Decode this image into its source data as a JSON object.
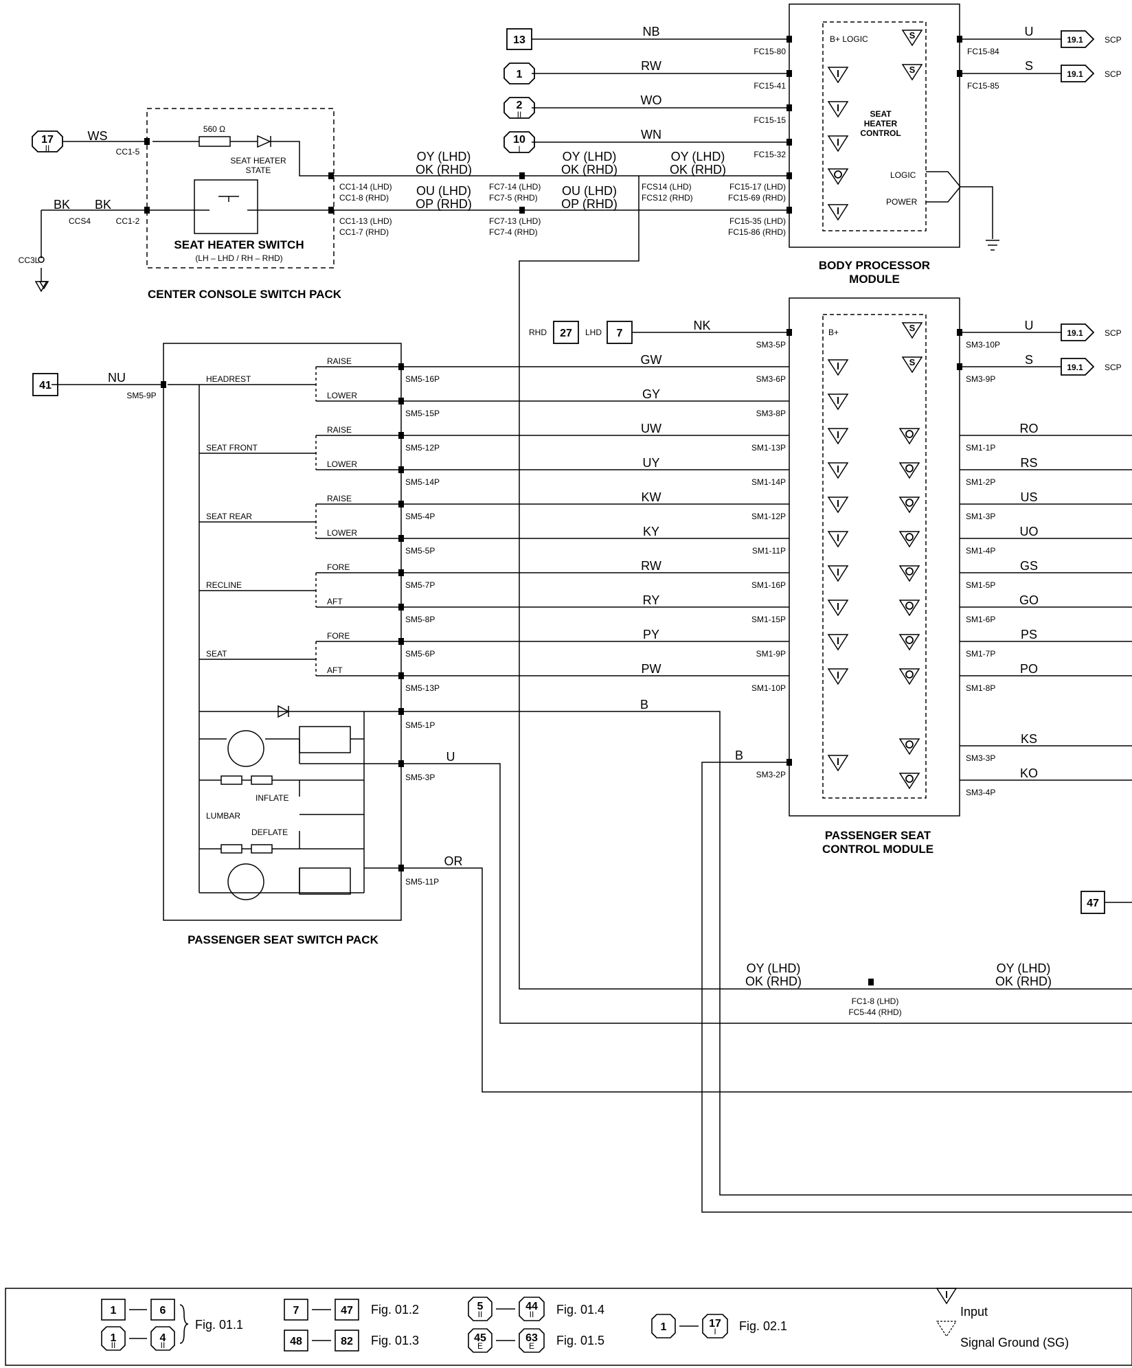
{
  "title_box": "",
  "body_processor": {
    "label": [
      "BODY PROCESSOR",
      "MODULE"
    ],
    "inner_label": [
      "SEAT",
      "HEATER",
      "CONTROL"
    ],
    "b_logic": "B+ LOGIC",
    "logic": "LOGIC",
    "power": "POWER",
    "left_refs": [
      {
        "ref": "13",
        "shape": "box",
        "wire": "NB",
        "pin": "FC15-80"
      },
      {
        "ref": "1",
        "shape": "oct",
        "wire": "RW",
        "pin": "FC15-41"
      },
      {
        "ref": "2",
        "sub": "II",
        "shape": "oct",
        "wire": "WO",
        "pin": "FC15-15"
      },
      {
        "ref": "10",
        "sub": "I",
        "shape": "oct",
        "wire": "WN",
        "pin": "FC15-32"
      }
    ],
    "pin_oy": [
      "FC15-17 (LHD)",
      "FC15-69 (RHD)"
    ],
    "pin_ou": [
      "FC15-35 (LHD)",
      "FC15-86 (RHD)"
    ],
    "right_outputs": [
      {
        "wire": "U",
        "pin": "FC15-84",
        "ref": "19.1",
        "label": "SCP"
      },
      {
        "wire": "S",
        "pin": "FC15-85",
        "ref": "19.1",
        "label": "SCP"
      }
    ]
  },
  "center_console": {
    "label": "CENTER CONSOLE SWITCH PACK",
    "switch_label": "SEAT HEATER SWITCH",
    "switch_sub": "(LH – LHD / RH – RHD)",
    "resistor": "560 Ω",
    "led_label": [
      "SEAT HEATER",
      "STATE"
    ],
    "ref17": "17",
    "ref17_sub": "II",
    "ws": "WS",
    "cc15": "CC1-5",
    "bk1": "BK",
    "bk2": "BK",
    "ccs4": "CCS4",
    "cc12": "CC1-2",
    "cc3l": "CC3L",
    "pin_top": [
      "CC1-14 (LHD)",
      "CC1-8 (RHD)"
    ],
    "pin_bot": [
      "CC1-13 (LHD)",
      "CC1-7 (RHD)"
    ]
  },
  "middle_wires": {
    "oy1": [
      "OY (LHD)",
      "OK (RHD)"
    ],
    "ou1": [
      "OU (LHD)",
      "OP (RHD)"
    ],
    "oy2": [
      "OY (LHD)",
      "OK (RHD)"
    ],
    "ou2": [
      "OU (LHD)",
      "OP (RHD)"
    ],
    "oy3": [
      "OY (LHD)",
      "OK (RHD)"
    ],
    "fc7_top": [
      "FC7-14 (LHD)",
      "FC7-5 (RHD)"
    ],
    "fc7_bot": [
      "FC7-13 (LHD)",
      "FC7-4 (RHD)"
    ],
    "fcs": [
      "FCS14 (LHD)",
      "FCS12 (RHD)"
    ]
  },
  "seat_control": {
    "label": [
      "PASSENGER SEAT",
      "CONTROL MODULE"
    ],
    "bplus": "B+",
    "rhd": "RHD",
    "ref27": "27",
    "lhd": "LHD",
    "ref7": "7",
    "nk": "NK",
    "sm35p": "SM3-5P",
    "inputs": [
      {
        "wire": "GW",
        "pin": "SM3-6P"
      },
      {
        "wire": "GY",
        "pin": "SM3-8P"
      },
      {
        "wire": "UW",
        "pin": "SM1-13P"
      },
      {
        "wire": "UY",
        "pin": "SM1-14P"
      },
      {
        "wire": "KW",
        "pin": "SM1-12P"
      },
      {
        "wire": "KY",
        "pin": "SM1-11P"
      },
      {
        "wire": "RW",
        "pin": "SM1-16P"
      },
      {
        "wire": "RY",
        "pin": "SM1-15P"
      },
      {
        "wire": "PY",
        "pin": "SM1-9P"
      },
      {
        "wire": "PW",
        "pin": "SM1-10P"
      }
    ],
    "b_wire": "B",
    "b_wire2": "B",
    "sm32p": "SM3-2P",
    "scp_out": [
      {
        "wire": "U",
        "pin": "SM3-10P",
        "ref": "19.1",
        "label": "SCP"
      },
      {
        "wire": "S",
        "pin": "SM3-9P",
        "ref": "19.1",
        "label": "SCP"
      }
    ],
    "outputs": [
      {
        "wire": "RO",
        "pin": "SM1-1P"
      },
      {
        "wire": "RS",
        "pin": "SM1-2P"
      },
      {
        "wire": "US",
        "pin": "SM1-3P"
      },
      {
        "wire": "UO",
        "pin": "SM1-4P"
      },
      {
        "wire": "GS",
        "pin": "SM1-5P"
      },
      {
        "wire": "GO",
        "pin": "SM1-6P"
      },
      {
        "wire": "PS",
        "pin": "SM1-7P"
      },
      {
        "wire": "PO",
        "pin": "SM1-8P"
      },
      {
        "wire": "KS",
        "pin": "SM3-3P"
      },
      {
        "wire": "KO",
        "pin": "SM3-4P"
      }
    ]
  },
  "switch_pack": {
    "label": "PASSENGER  SEAT SWITCH PACK",
    "ref41": "41",
    "nu": "NU",
    "sm59p": "SM5-9P",
    "groups": [
      "HEADREST",
      "SEAT FRONT",
      "SEAT REAR",
      "RECLINE",
      "SEAT"
    ],
    "contacts": [
      "RAISE",
      "LOWER",
      "RAISE",
      "LOWER",
      "RAISE",
      "LOWER",
      "FORE",
      "AFT",
      "FORE",
      "AFT"
    ],
    "pins": [
      "SM5-16P",
      "SM5-15P",
      "SM5-12P",
      "SM5-14P",
      "SM5-4P",
      "SM5-5P",
      "SM5-7P",
      "SM5-8P",
      "SM5-6P",
      "SM5-13P"
    ],
    "sm51p": "SM5-1P",
    "sm53p": "SM5-3P",
    "sm511p": "SM5-11P",
    "u_wire": "U",
    "or_wire": "OR",
    "inflate": "INFLATE",
    "lumbar": "LUMBAR",
    "deflate": "DEFLATE"
  },
  "bottom": {
    "oy_left": [
      "OY (LHD)",
      "OK (RHD)"
    ],
    "oy_right": [
      "OY (LHD)",
      "OK (RHD)"
    ],
    "fc": [
      "FC1-8 (LHD)",
      "FC5-44 (RHD)"
    ],
    "ref47": "47"
  },
  "legend": {
    "r1a": "1",
    "r1b": "6",
    "fig011": "Fig. 01.1",
    "r2a": "1",
    "r2a_sub": "II",
    "r2b": "4",
    "r2b_sub": "II",
    "r3a": "7",
    "r3b": "47",
    "fig012": "Fig. 01.2",
    "r4a": "48",
    "r4b": "82",
    "fig013": "Fig. 01.3",
    "r5a": "5",
    "r5a_sub": "II",
    "r5b": "44",
    "r5b_sub": "II",
    "fig014": "Fig. 01.4",
    "r6a": "45",
    "r6a_sub": "E",
    "r6b": "63",
    "r6b_sub": "E",
    "fig015": "Fig. 01.5",
    "r7a": "1",
    "r7b": "17",
    "r7b_sub": "I",
    "fig021": "Fig. 02.1",
    "input": "Input",
    "sg": "Signal Ground (SG)"
  }
}
